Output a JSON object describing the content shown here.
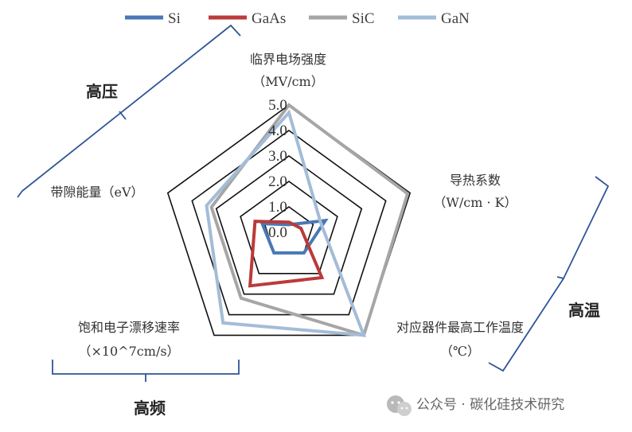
{
  "chart_data": {
    "type": "radar",
    "axes": [
      {
        "label_line1": "临界电场强度",
        "label_line2": "（MV/cm）"
      },
      {
        "label_line1": "导热系数",
        "label_line2": "（W/cm · K）"
      },
      {
        "label_line1": "对应器件最高工作温度",
        "label_line2": "（℃）"
      },
      {
        "label_line1": "饱和电子漂移速率",
        "label_line2": "（×10^7cm/s）"
      },
      {
        "label_line1": "带隙能量（eV）",
        "label_line2": ""
      }
    ],
    "ticks": [
      "0.0",
      "1.0",
      "2.0",
      "3.0",
      "4.0",
      "5.0"
    ],
    "rmax": 5.0,
    "series": [
      {
        "name": "Si",
        "color": "#4a78b5",
        "values": [
          0.3,
          1.5,
          1.0,
          1.0,
          1.1
        ]
      },
      {
        "name": "GaAs",
        "color": "#bb3a3a",
        "values": [
          0.4,
          0.5,
          2.2,
          2.6,
          1.4
        ]
      },
      {
        "name": "SiC",
        "color": "#a6a6a6",
        "values": [
          5.0,
          4.9,
          5.0,
          3.2,
          3.2
        ]
      },
      {
        "name": "GaN",
        "color": "#a3bcd8",
        "values": [
          4.7,
          1.3,
          5.0,
          4.4,
          3.4
        ]
      }
    ],
    "legend_position": "top"
  },
  "groups": {
    "high_voltage": "高压",
    "high_temp": "高温",
    "high_freq": "高频"
  },
  "watermark": {
    "text": "公众号 · 碳化硅技术研究",
    "icon": "wechat-icon"
  }
}
